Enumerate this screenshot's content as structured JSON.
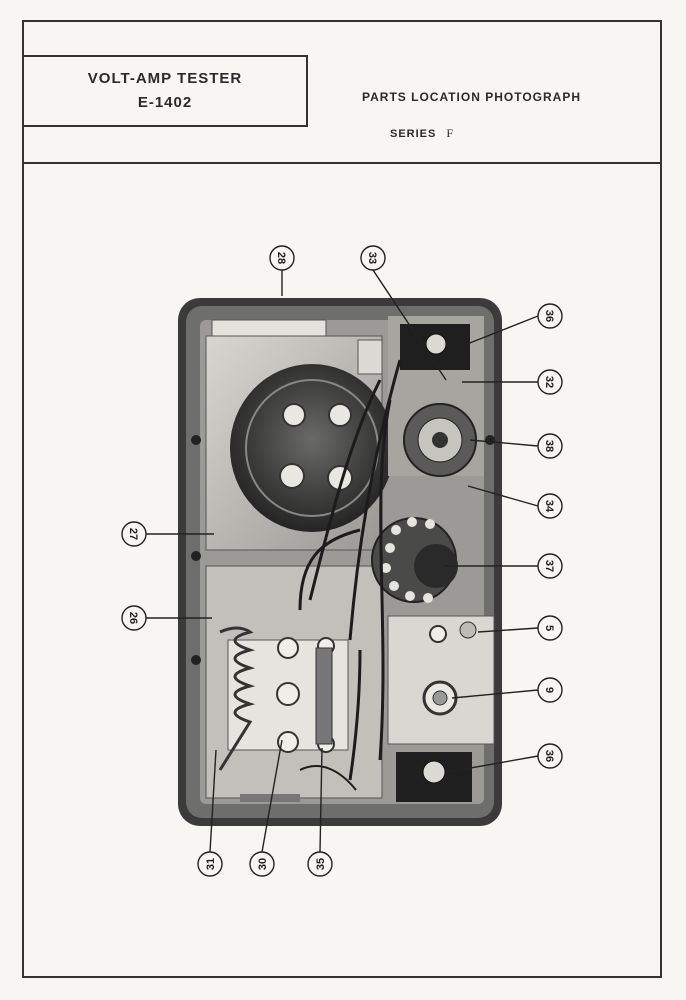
{
  "header": {
    "title_line1": "VOLT-AMP  TESTER",
    "title_line2": "E-1402",
    "heading": "PARTS  LOCATION  PHOTOGRAPH",
    "series_label": "SERIES",
    "series_value": "F"
  },
  "callouts": [
    {
      "id": "c28",
      "number": "28"
    },
    {
      "id": "c33",
      "number": "33"
    },
    {
      "id": "c36a",
      "number": "36"
    },
    {
      "id": "c32",
      "number": "32"
    },
    {
      "id": "c38",
      "number": "38"
    },
    {
      "id": "c34",
      "number": "34"
    },
    {
      "id": "c27",
      "number": "27"
    },
    {
      "id": "c37",
      "number": "37"
    },
    {
      "id": "c26",
      "number": "26"
    },
    {
      "id": "c5",
      "number": "5"
    },
    {
      "id": "c9",
      "number": "9"
    },
    {
      "id": "c36b",
      "number": "36"
    },
    {
      "id": "c31",
      "number": "31"
    },
    {
      "id": "c30",
      "number": "30"
    },
    {
      "id": "c35",
      "number": "35"
    }
  ],
  "colors": {
    "paper": "#f7f6f3",
    "ink": "#2a2a2a",
    "chassis_dark": "#3a3a3a",
    "chassis_mid": "#8a8a88",
    "panel_light": "#c9c7c2"
  }
}
